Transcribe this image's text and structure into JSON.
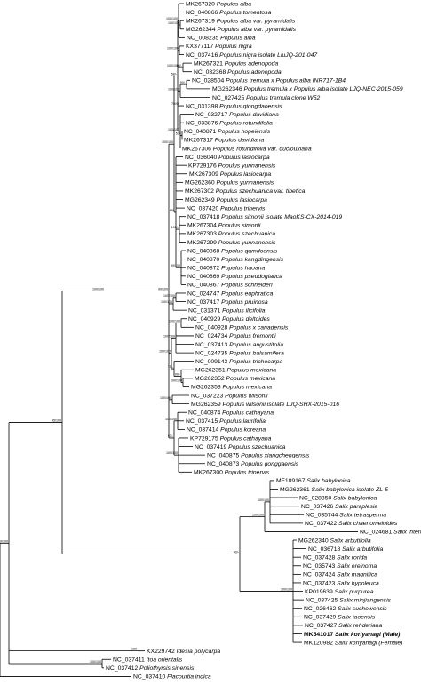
{
  "taxa": [
    {
      "acc": "MK267320",
      "name": "Populus alba"
    },
    {
      "acc": "NC_040866",
      "name": "Populus tomentosa"
    },
    {
      "acc": "MK267319",
      "name": "Populus alba var. pyramidalis"
    },
    {
      "acc": "MG262344",
      "name": "Populus alba var. pyramidalis"
    },
    {
      "acc": "NC_008235",
      "name": "Populus alba"
    },
    {
      "acc": "KX377117",
      "name": "Populus nigra"
    },
    {
      "acc": "NC_037416",
      "name": "Populus nigra isolate LiuJQ-201-047"
    },
    {
      "acc": "MK267321",
      "name": "Populus adenopoda"
    },
    {
      "acc": "NC_032368",
      "name": "Populus adenopoda"
    },
    {
      "acc": "NC_028504",
      "name": "Populus tremula x Populus alba INR717-1B4"
    },
    {
      "acc": "MG262346",
      "name": "Populus tremula x Populus alba isolate LJQ-NEC-2015-059"
    },
    {
      "acc": "NC_027425",
      "name": "Populus tremula clone W52"
    },
    {
      "acc": "NC_031398",
      "name": "Populus qiongdaoensis"
    },
    {
      "acc": "NC_032717",
      "name": "Populus davidiana"
    },
    {
      "acc": "NC_033876",
      "name": "Populus rotundifolia"
    },
    {
      "acc": "NC_040871",
      "name": "Populus hopeiensis"
    },
    {
      "acc": "MK267317",
      "name": "Populus davidiana"
    },
    {
      "acc": "MK267306",
      "name": "Populus rotundifolia var. duclouxiana"
    },
    {
      "acc": "NC_036040",
      "name": "Populus lasiocarpa"
    },
    {
      "acc": "KP729176",
      "name": "Populus yunnanensis"
    },
    {
      "acc": "MK267309",
      "name": "Populus lasiocarpa"
    },
    {
      "acc": "MG262360",
      "name": "Populus yunnanensis"
    },
    {
      "acc": "MK267302",
      "name": "Populus szechuanica var. tibetica"
    },
    {
      "acc": "MG262349",
      "name": "Populus lasiocarpa"
    },
    {
      "acc": "NC_037420",
      "name": "Populus trinervis"
    },
    {
      "acc": "NC_037418",
      "name": "Populus simonii isolate MaoKS-CX-2014-019"
    },
    {
      "acc": "MK267304",
      "name": "Populus simonii"
    },
    {
      "acc": "MK267303",
      "name": "Populus szechuanica"
    },
    {
      "acc": "MK267299",
      "name": "Populus yunnanensis"
    },
    {
      "acc": "NC_040868",
      "name": "Populus qamdoensis"
    },
    {
      "acc": "NC_040870",
      "name": "Populus kangdingensis"
    },
    {
      "acc": "NC_040872",
      "name": "Populus haoana"
    },
    {
      "acc": "NC_040869",
      "name": "Populus pseudoglauca"
    },
    {
      "acc": "NC_040867",
      "name": "Populus schneideri"
    },
    {
      "acc": "NC_024747",
      "name": "Populus euphratica"
    },
    {
      "acc": "NC_037417",
      "name": "Populus pruinosa"
    },
    {
      "acc": "NC_031371",
      "name": "Populus ilicifolia"
    },
    {
      "acc": "NC_040929",
      "name": "Populus deltoides"
    },
    {
      "acc": "NC_040928",
      "name": "Populus x canadensis"
    },
    {
      "acc": "NC_024734",
      "name": "Populus fremontii"
    },
    {
      "acc": "NC_037413",
      "name": "Populus angustifolia"
    },
    {
      "acc": "NC_024735",
      "name": "Populus balsamifera"
    },
    {
      "acc": "NC_009143",
      "name": "Populus trichocarpa"
    },
    {
      "acc": "MG262351",
      "name": "Populus mexicana"
    },
    {
      "acc": "MG262352",
      "name": "Populus mexicana"
    },
    {
      "acc": "MG262353",
      "name": "Populus mexicana"
    },
    {
      "acc": "NC_037223",
      "name": "Populus wilsonii"
    },
    {
      "acc": "MG262359",
      "name": "Populus wilsonii isolate LJQ-SHX-2015-016"
    },
    {
      "acc": "NC_040874",
      "name": "Populus cathayana"
    },
    {
      "acc": "NC_037415",
      "name": "Populus laurifolia"
    },
    {
      "acc": "NC_037414",
      "name": "Populus koreana"
    },
    {
      "acc": "KP729175",
      "name": "Populus cathayana"
    },
    {
      "acc": "NC_037419",
      "name": "Populus szechuanica"
    },
    {
      "acc": "NC_040875",
      "name": "Populus xiangchengensis"
    },
    {
      "acc": "NC_040873",
      "name": "Populus gonggaensis"
    },
    {
      "acc": "MK267300",
      "name": "Populus trinervis"
    },
    {
      "acc": "MF189167",
      "name": "Salix babylonica"
    },
    {
      "acc": "MG262361",
      "name": "Salix babylonica isolate ZL-5"
    },
    {
      "acc": "NC_028350",
      "name": "Salix babylonica"
    },
    {
      "acc": "NC_037426",
      "name": "Salix paraplesia"
    },
    {
      "acc": "NC_035744",
      "name": "Salix tetrasperma"
    },
    {
      "acc": "NC_037422",
      "name": "Salix chaenomeloides"
    },
    {
      "acc": "NC_024681",
      "name": "Salix interior"
    },
    {
      "acc": "MG262340",
      "name": "Salix arbutifolia"
    },
    {
      "acc": "NC_036718",
      "name": "Salix arbutifolia"
    },
    {
      "acc": "NC_037428",
      "name": "Salix rorida"
    },
    {
      "acc": "NC_035743",
      "name": "Salix oreinoma"
    },
    {
      "acc": "NC_037424",
      "name": "Salix magnifica"
    },
    {
      "acc": "NC_037423",
      "name": "Salix hypoleuca"
    },
    {
      "acc": "KP019639",
      "name": "Salix purpurea"
    },
    {
      "acc": "NC_037425",
      "name": "Salix minjiangensis"
    },
    {
      "acc": "NC_026462",
      "name": "Salix suchowensis"
    },
    {
      "acc": "NC_037429",
      "name": "Salix taoensis"
    },
    {
      "acc": "NC_037427",
      "name": "Salix rehderiana"
    },
    {
      "acc": "MK541017",
      "name": "Salix koriyanagi (Male)",
      "bold": true
    },
    {
      "acc": "MK120982",
      "name": "Salix koriyanagi (Female)"
    },
    {
      "acc": "KX229742",
      "name": "Idesia polycarpa"
    },
    {
      "acc": "NC_037411",
      "name": "Itoa orientalis"
    },
    {
      "acc": "NC_037412",
      "name": "Poliothyrsis sinensis"
    },
    {
      "acc": "NC_037410",
      "name": "Flacourtia indica"
    }
  ],
  "support_labels": [
    "99/100",
    "95/100",
    "100/100",
    "99/100",
    "100/100",
    "58/-",
    "100/100",
    "100/100",
    "100/100",
    "100/100",
    "98/-",
    "100/100",
    "90/-",
    "75/98",
    "100/100",
    "53/-",
    "98/-",
    "100/-",
    "99/100",
    "100/100",
    "100/100",
    "100/100",
    "100/100",
    "100/100",
    "75/-",
    "99/-",
    "100/100",
    "100/100",
    "93/-",
    "100/100",
    "100/100",
    "90/-",
    "100/100",
    "100/100",
    "100/100",
    "100",
    "100/100",
    "100/100",
    "100/100",
    "100/100",
    "100/100",
    "100/100",
    "95/-",
    "100/100",
    "100/100",
    "53/-",
    "50/-",
    "61/99",
    "50/99",
    "100/100"
  ]
}
